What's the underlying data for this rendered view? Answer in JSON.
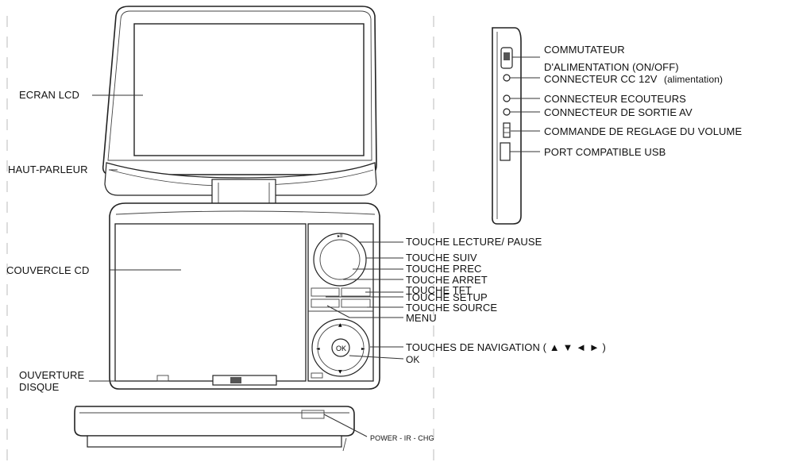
{
  "labels": {
    "ecran_lcd": "ECRAN LCD",
    "haut_parleur": "HAUT-PARLEUR",
    "couvercle_cd": "COUVERCLE CD",
    "ouverture_line1": "OUVERTURE",
    "ouverture_line2": "DISQUE",
    "commutateur_line1": "COMMUTATEUR",
    "commutateur_line2": "D'ALIMENTATION (ON/OFF)",
    "connecteur_cc": "CONNECTEUR CC 12V",
    "alimentation": "(alimentation)",
    "connecteur_ecouteurs": "CONNECTEUR ECOUTEURS",
    "connecteur_sortie_av": "CONNECTEUR DE SORTIE AV",
    "commande_volume": "COMMANDE DE REGLAGE DU VOLUME",
    "port_usb": "PORT COMPATIBLE USB",
    "touche_lecture_pause": "TOUCHE LECTURE/ PAUSE",
    "touche_suiv": "TOUCHE SUIV",
    "touche_prec": "TOUCHE PREC",
    "touche_arret": "TOUCHE ARRET",
    "touche_tft": "TOUCHE TFT",
    "touche_setup": "TOUCHE SETUP",
    "touche_source": "TOUCHE SOURCE",
    "menu": "MENU",
    "touches_navigation": "TOUCHES DE NAVIGATION ( ▲ ▼ ◄ ► )",
    "ok": "OK",
    "ok_button": "OK",
    "power_ir_chg": "POWER - IR - CHG"
  }
}
